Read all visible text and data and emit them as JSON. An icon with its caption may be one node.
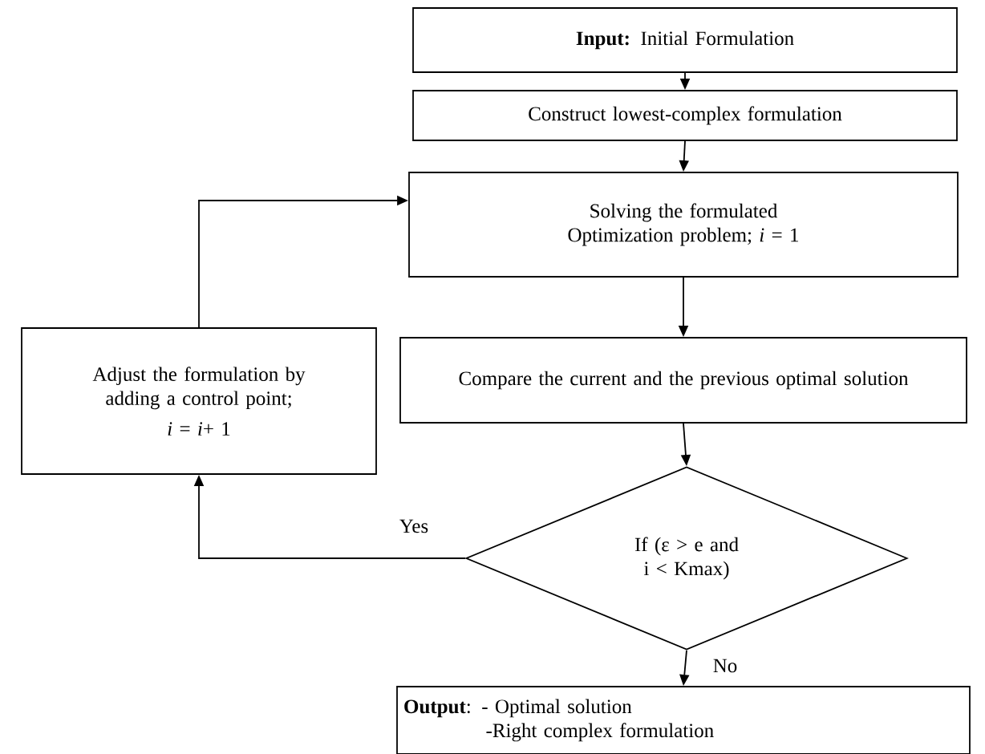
{
  "diagram": {
    "nodes": [
      {
        "text": [
          "**Input:** Initial Formulation"
        ]
      },
      {
        "text": [
          "Construct lowest-complex formulation"
        ]
      },
      {
        "text": [
          "Solving the formulated Optimization problem; *i* = 1"
        ]
      },
      {
        "text": [
          "Compare the current and the previous optimal solution"
        ]
      },
      {
        "text": [
          "If (ε > e and i < Kmax)"
        ]
      },
      {
        "text": [
          "Adjust the formulation by adding a control point;",
          "*i* = *i*+ 1"
        ]
      },
      {
        "text": [
          "**Output**: - Optimal solution",
          "-Right complex formulation"
        ]
      }
    ],
    "edges": [
      {
        "from": 0,
        "to": 1,
        "arrow": "to"
      },
      {
        "from": 1,
        "to": 2,
        "arrow": "to"
      },
      {
        "from": 2,
        "to": 3,
        "arrow": "to"
      },
      {
        "from": 3,
        "to": 4,
        "arrow": "to"
      },
      {
        "from": 4,
        "to": 5,
        "arrow": "to",
        "label": "Yes"
      },
      {
        "from": 4,
        "to": 6,
        "arrow": "to",
        "label": "No"
      },
      {
        "from": 5,
        "to": 2,
        "arrow": "to"
      }
    ]
  }
}
